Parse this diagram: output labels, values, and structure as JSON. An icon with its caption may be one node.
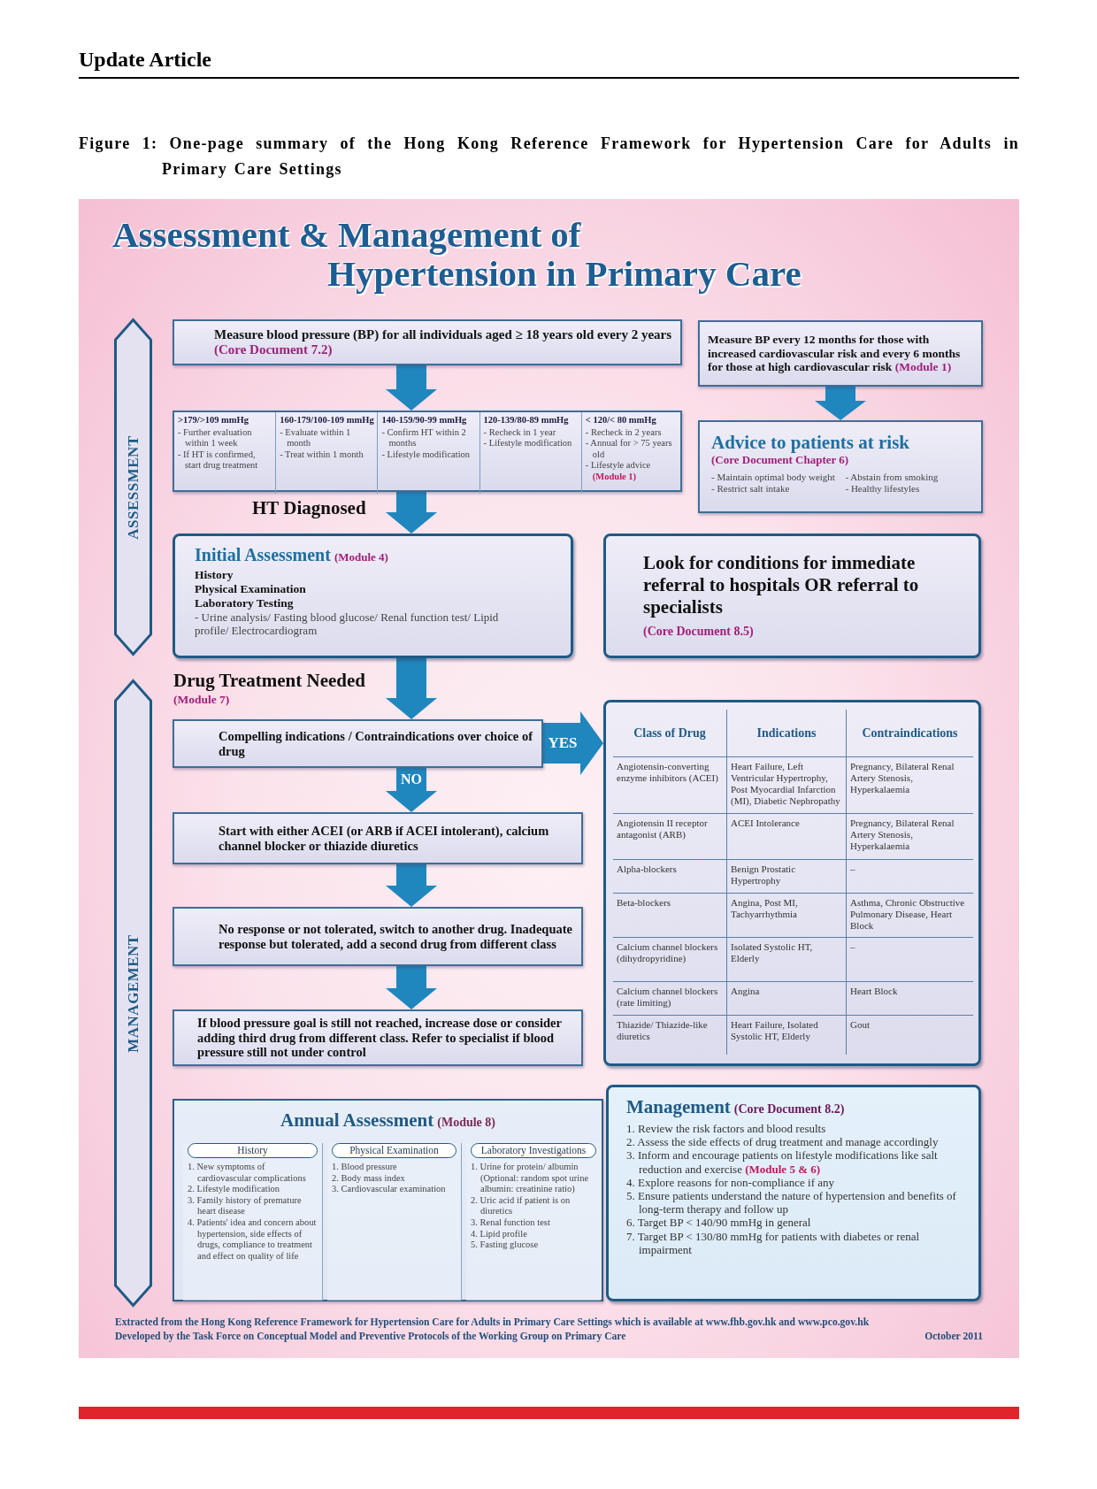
{
  "diagram": {
    "title": "Assessment & Management of Hypertension in Primary Care",
    "caption": "Figure 1: One-page summary of the Hong Kong Reference Framework for Hypertension Care for Adults in Primary Care Settings",
    "nodes": [
      {
        "text": [
          "ASSESSMENT"
        ]
      },
      {
        "text": [
          "Measure blood pressure (BP) for all individuals aged ≥ 18 years old every 2 years",
          "(Core Document 7.2)"
        ]
      },
      {
        "text": [
          "Measure BP every 12 months for those with increased cardiovascular risk and every 6 months for those at high cardiovascular risk",
          "(Module 1)"
        ]
      },
      {
        "text": [],
        "shape": "box"
      },
      {
        "text": [
          ">179/>109 mmHg",
          "- Further evaluation within 1 week",
          "- If HT is confirmed, start drug treatment"
        ],
        "in": 3
      },
      {
        "text": [
          "160-179/100-109 mmHg",
          "- Evaluate within 1 month",
          "- Treat within 1 month"
        ],
        "in": 3
      },
      {
        "text": [
          "140-159/90-99 mmHg",
          "- Confirm HT within 2 months",
          "- Lifestyle modification"
        ],
        "in": 3
      },
      {
        "text": [
          "120-139/80-89 mmHg",
          "- Recheck in 1 year",
          "- Lifestyle modification"
        ],
        "in": 3
      },
      {
        "text": [
          "< 120/< 80 mmHg",
          "- Recheck in 2 years",
          "- Annual for > 75 years old",
          "- Lifestyle advice",
          "(Module 1)"
        ],
        "in": 3
      },
      {
        "text": [
          "Advice to patients at risk",
          "(Core Document Chapter 6)",
          "- Maintain optimal body weight",
          "- Abstain from smoking",
          "- Restrict salt intake",
          "- Healthy lifestyles"
        ]
      },
      {
        "text": [
          "Initial Assessment",
          "(Module 4)",
          "History",
          "Physical Examination",
          "Laboratory Testing",
          "- Urine analysis/ Fasting blood glucose/ Renal function test/ Lipid profile/ Electrocardiogram"
        ]
      },
      {
        "text": [
          "Look for conditions for immediate referral to hospitals OR referral to specialists",
          "(Core Document 8.5)"
        ]
      },
      {
        "text": [
          "MANAGEMENT"
        ]
      },
      {
        "text": [
          "Compelling indications / Contraindications over choice of drug"
        ]
      },
      {
        "text": [
          "Class of Drug",
          "Indications",
          "Contraindications",
          "Angiotensin-converting enzyme inhibitors (ACEI)",
          "Heart Failure, Left Ventricular Hypertrophy, Post Myocardial Infarction (MI), Diabetic Nephropathy",
          "Pregnancy, Bilateral Renal Artery Stenosis, Hyperkalaemia",
          "Angiotensin II receptor antagonist (ARB)",
          "ACEI Intolerance",
          "Pregnancy, Bilateral Renal Artery Stenosis, Hyperkalaemia",
          "Alpha-blockers",
          "Benign Prostatic Hypertrophy",
          "–",
          "Beta-blockers",
          "Angina, Post MI, Tachyarrhythmia",
          "Asthma, Chronic Obstructive Pulmonary Disease, Heart Block",
          "Calcium channel blockers (dihydropyridine)",
          "Isolated Systolic HT, Elderly",
          "–",
          "Calcium channel blockers (rate limiting)",
          "Angina",
          "Heart Block",
          "Thiazide/ Thiazide-like diuretics",
          "Heart Failure, Isolated Systolic HT, Elderly",
          "Gout"
        ]
      },
      {
        "text": [
          "Start with either ACEI (or ARB if ACEI intolerant), calcium channel blocker or thiazide diuretics"
        ]
      },
      {
        "text": [
          "No response or not tolerated, switch to another drug. Inadequate response but tolerated, add a second drug from different class"
        ]
      },
      {
        "text": [
          "If blood pressure goal is still not reached, increase dose or consider adding third drug from different class. Refer to specialist if blood pressure still not under control"
        ]
      },
      {
        "text": [
          "Annual Assessment",
          "(Module 8)"
        ]
      },
      {
        "text": [
          "History",
          "1. New symptoms of cardiovascular complications",
          "2. Lifestyle modification",
          "3. Family history of premature heart disease",
          "4. Patients' idea and concern about hypertension, side effects of drugs, compliance to treatment and effect on quality of life"
        ],
        "in": 18
      },
      {
        "text": [
          "Physical Examination",
          "1. Blood pressure",
          "2. Body mass index",
          "3. Cardiovascular examination"
        ],
        "in": 18
      },
      {
        "text": [
          "Laboratory Investigations",
          "1. Urine for protein/ albumin (Optional: random spot urine albumin: creatinine ratio)",
          "2. Uric acid if patient is on diuretics",
          "3. Renal function test",
          "4. Lipid profile",
          "5. Fasting glucose"
        ],
        "in": 18
      },
      {
        "text": [
          "Management",
          "(Core Document 8.2)",
          "1. Review the risk factors and blood results",
          "2. Assess the side effects of drug treatment and manage accordingly",
          "3. Inform and encourage patients on lifestyle modifications like salt reduction and exercise **(Module 5 & 6)**",
          "4. Explore reasons for non-compliance if any",
          "5. Ensure patients understand the nature of hypertension and benefits of long-term therapy and follow up",
          "6. Target BP < 140/90 mmHg in general",
          "7. Target BP < 130/80 mmHg for patients with diabetes or renal impairment"
        ]
      }
    ],
    "edges": [
      {
        "from": 1,
        "to": 3,
        "arrow": "to"
      },
      {
        "from": 2,
        "to": 9,
        "arrow": "to"
      },
      {
        "from": 3,
        "to": 10,
        "arrow": "to",
        "label": "HT Diagnosed"
      },
      {
        "from": 10,
        "to": 13,
        "arrow": "to",
        "label": "Drug Treatment Needed"
      },
      {
        "from": 13,
        "to": 14,
        "arrow": "to",
        "label": "YES"
      },
      {
        "from": 13,
        "to": 15,
        "arrow": "to",
        "label": "NO"
      },
      {
        "from": 15,
        "to": 16,
        "arrow": "to"
      },
      {
        "from": 16,
        "to": 17,
        "arrow": "to"
      }
    ],
    "labels": [
      "Update Article",
      "(Module 7)",
      "Extracted from the Hong Kong Reference Framework for Hypertension Care for Adults in Primary Care Settings which is available at www.fhb.gov.hk and www.pco.gov.hk",
      "Developed by the Task Force on Conceptual Model and Preventive Protocols of the Working Group on Primary Care",
      "October 2011"
    ]
  }
}
